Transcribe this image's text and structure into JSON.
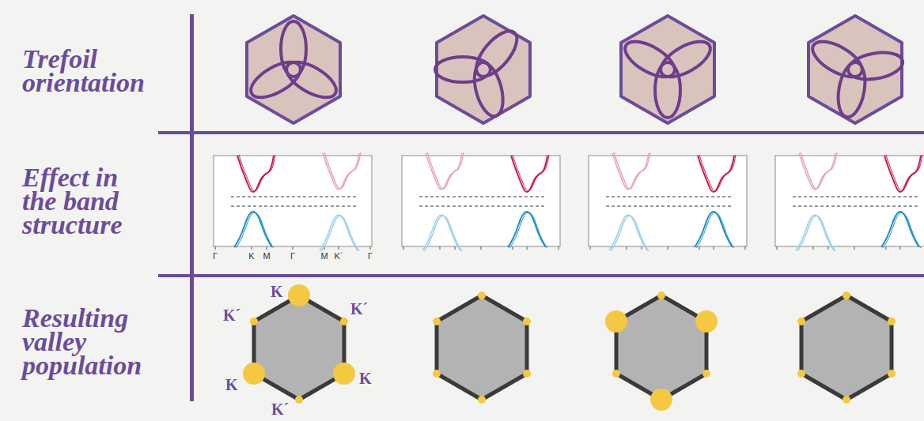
{
  "diagram": {
    "labels": [
      "Trefoil orientation",
      "Effect in the band structure",
      "Γ",
      "K",
      "M",
      "Γ",
      "M",
      "K´",
      "Γ",
      "Resulting valley population",
      "K",
      "K´",
      "K´",
      "K",
      "K",
      "K´"
    ]
  }
}
